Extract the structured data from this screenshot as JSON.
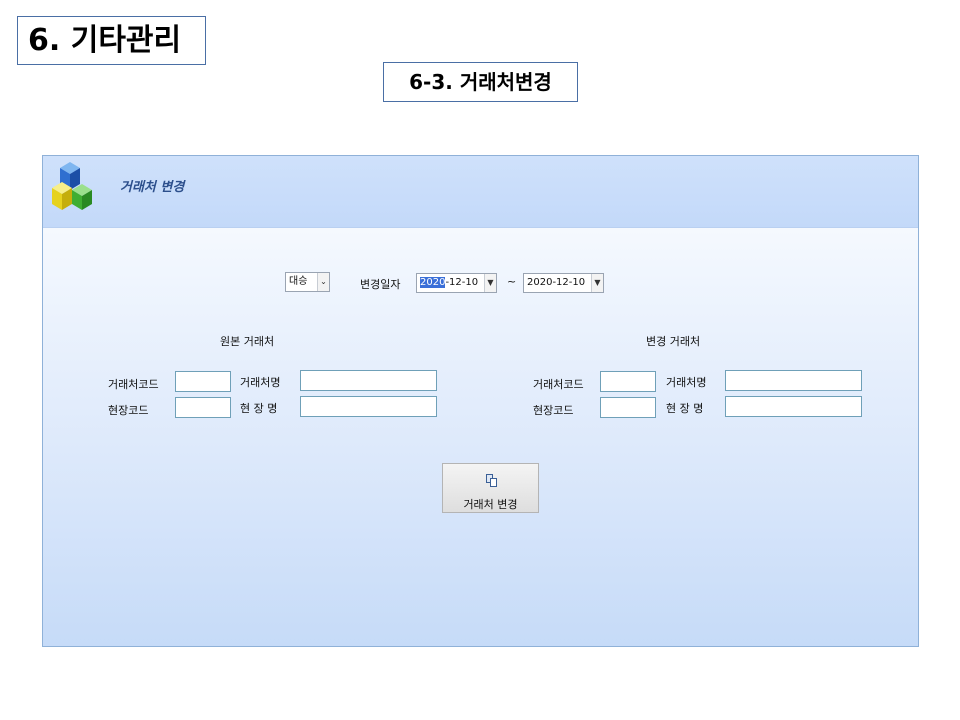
{
  "section_title": "6. 기타관리",
  "sub_title": "6-3. 거래처변경",
  "window": {
    "title": "거래처 변경",
    "icon": "cubes-icon"
  },
  "filter": {
    "type_value": "대승",
    "date_label": "변경일자",
    "date_from": {
      "selected": "2020",
      "rest": "-12-10"
    },
    "separator": "~",
    "date_to": "2020-12-10"
  },
  "original": {
    "heading": "원본 거래처",
    "code_label": "거래처코드",
    "name_label": "거래처명",
    "site_code_label": "현장코드",
    "site_name_label": "현 장 명",
    "code_value": "",
    "name_value": "",
    "site_code_value": "",
    "site_name_value": ""
  },
  "changed": {
    "heading": "변경 거래처",
    "code_label": "거래처코드",
    "name_label": "거래처명",
    "site_code_label": "현장코드",
    "site_name_label": "현 장 명",
    "code_value": "",
    "name_value": "",
    "site_code_value": "",
    "site_name_value": ""
  },
  "action_button": {
    "label": "거래처 변경",
    "icon": "copy-icon"
  },
  "colors": {
    "header_band": "#c3d9f9",
    "window_title": "#2c4f8c",
    "selection": "#3a6fd8",
    "field_border": "#6fa0b8"
  }
}
